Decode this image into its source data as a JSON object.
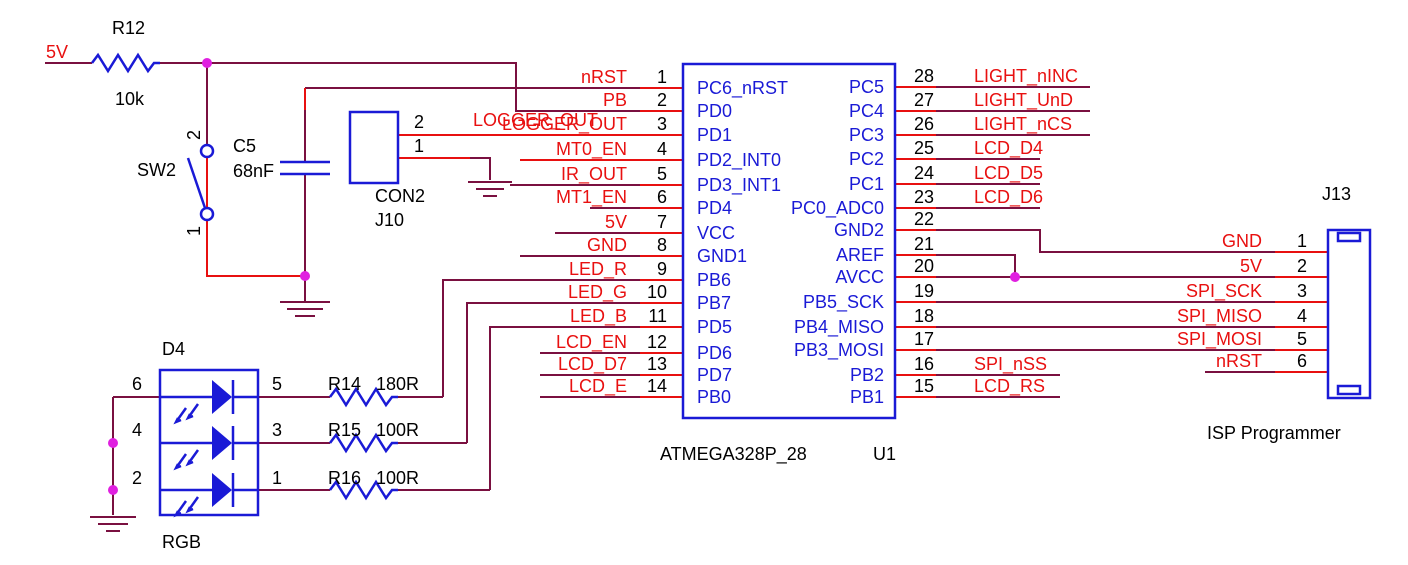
{
  "colors": {
    "wire": "#7a1040",
    "pin": "#e81010",
    "part": "#1a1ad6",
    "net_label": "#e81010",
    "text": "#000000",
    "junction": "#e020e0"
  },
  "power": {
    "vcc": "5V"
  },
  "resistor_r12": {
    "ref": "R12",
    "value": "10k"
  },
  "capacitor_c5": {
    "ref": "C5",
    "value": "68nF"
  },
  "switch_sw2": {
    "ref": "SW2",
    "pin_top": "2",
    "pin_bottom": "1"
  },
  "connector_j10": {
    "type": "CON2",
    "ref": "J10",
    "pins": [
      "2",
      "1"
    ],
    "net_pin2": "LOGGER_OUT"
  },
  "mcu": {
    "part": "ATMEGA328P_28",
    "ref": "U1",
    "left_pins": [
      {
        "num": "1",
        "name": "PC6_nRST",
        "net": "nRST"
      },
      {
        "num": "2",
        "name": "PD0",
        "net": "PB"
      },
      {
        "num": "3",
        "name": "PD1",
        "net": "LOGGER_OUT"
      },
      {
        "num": "4",
        "name": "PD2_INT0",
        "net": "MT0_EN"
      },
      {
        "num": "5",
        "name": "PD3_INT1",
        "net": "IR_OUT"
      },
      {
        "num": "6",
        "name": "PD4",
        "net": "MT1_EN"
      },
      {
        "num": "7",
        "name": "VCC",
        "net": "5V"
      },
      {
        "num": "8",
        "name": "GND1",
        "net": "GND"
      },
      {
        "num": "9",
        "name": "PB6",
        "net": "LED_R"
      },
      {
        "num": "10",
        "name": "PB7",
        "net": "LED_G"
      },
      {
        "num": "11",
        "name": "PD5",
        "net": "LED_B"
      },
      {
        "num": "12",
        "name": "PD6",
        "net": "LCD_EN"
      },
      {
        "num": "13",
        "name": "PD7",
        "net": "LCD_D7"
      },
      {
        "num": "14",
        "name": "PB0",
        "net": "LCD_E"
      }
    ],
    "right_pins": [
      {
        "num": "28",
        "name": "PC5",
        "net": "LIGHT_nINC"
      },
      {
        "num": "27",
        "name": "PC4",
        "net": "LIGHT_UnD"
      },
      {
        "num": "26",
        "name": "PC3",
        "net": "LIGHT_nCS"
      },
      {
        "num": "25",
        "name": "PC2",
        "net": "LCD_D4"
      },
      {
        "num": "24",
        "name": "PC1",
        "net": "LCD_D5"
      },
      {
        "num": "23",
        "name": "PC0_ADC0",
        "net": "LCD_D6"
      },
      {
        "num": "22",
        "name": "GND2",
        "net": ""
      },
      {
        "num": "21",
        "name": "AREF",
        "net": ""
      },
      {
        "num": "20",
        "name": "AVCC",
        "net": ""
      },
      {
        "num": "19",
        "name": "PB5_SCK",
        "net": ""
      },
      {
        "num": "18",
        "name": "PB4_MISO",
        "net": ""
      },
      {
        "num": "17",
        "name": "PB3_MOSI",
        "net": ""
      },
      {
        "num": "16",
        "name": "PB2",
        "net": "SPI_nSS"
      },
      {
        "num": "15",
        "name": "PB1",
        "net": "LCD_RS"
      }
    ]
  },
  "isp": {
    "ref": "J13",
    "title": "ISP Programmer",
    "pins": [
      {
        "num": "1",
        "net": "GND"
      },
      {
        "num": "2",
        "net": "5V"
      },
      {
        "num": "3",
        "net": "SPI_SCK"
      },
      {
        "num": "4",
        "net": "SPI_MISO"
      },
      {
        "num": "5",
        "net": "SPI_MOSI"
      },
      {
        "num": "6",
        "net": "nRST"
      }
    ]
  },
  "led_d4": {
    "ref": "D4",
    "label": "RGB",
    "anode_pins": [
      "6",
      "4",
      "2"
    ],
    "cathode_pins": [
      "5",
      "3",
      "1"
    ]
  },
  "resistors_led": [
    {
      "ref": "R14",
      "value": "180R"
    },
    {
      "ref": "R15",
      "value": "100R"
    },
    {
      "ref": "R16",
      "value": "100R"
    }
  ]
}
